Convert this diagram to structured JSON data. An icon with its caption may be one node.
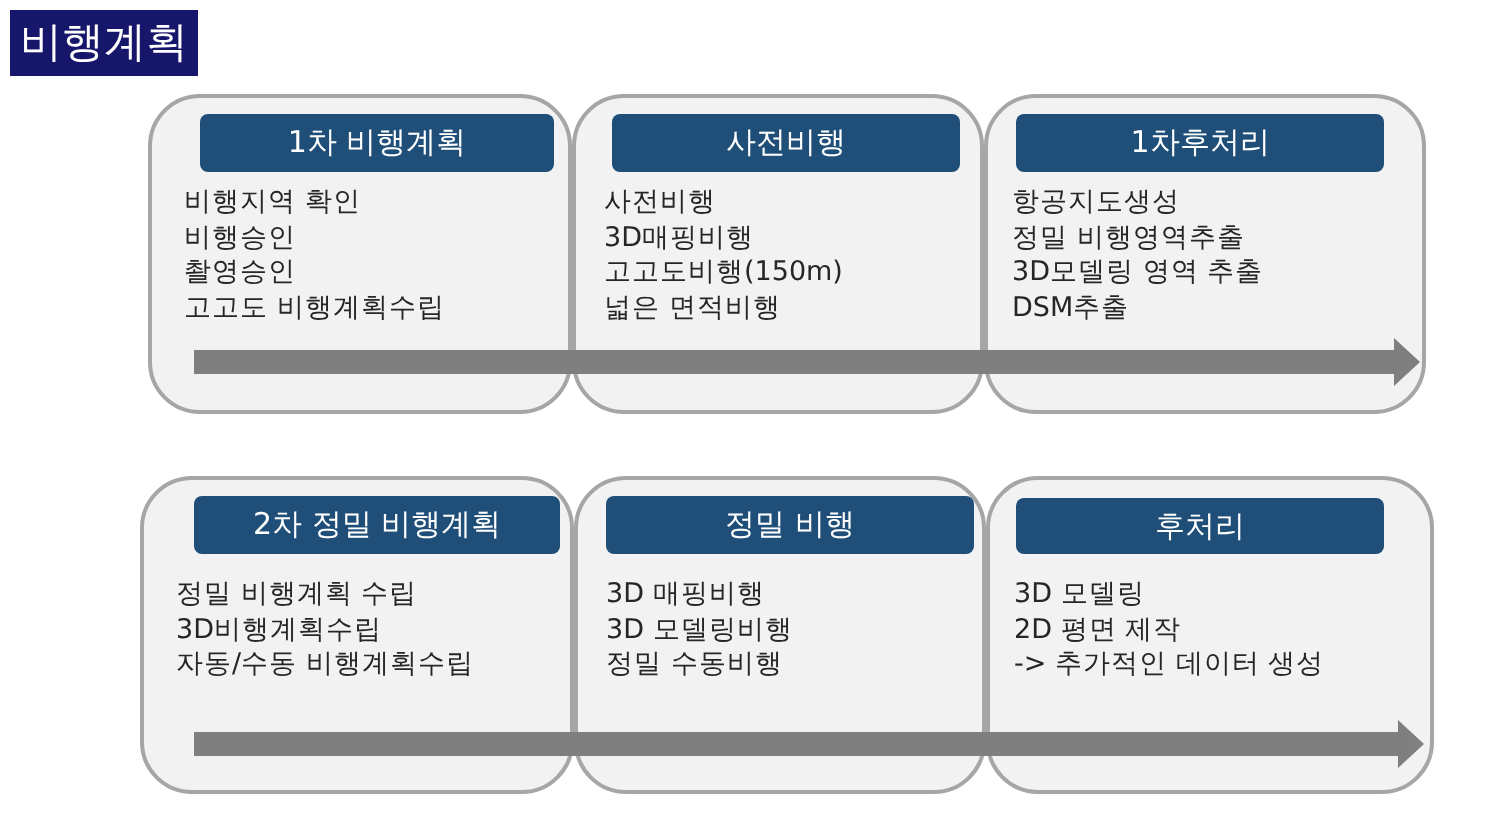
{
  "diagram": {
    "title": "비행계획",
    "nodes": [
      {
        "text": [
          "비행지역 확인",
          "비행승인",
          "촬영승인",
          "고고도 비행계획수립"
        ]
      },
      {
        "text": [
          "1차 비행계획"
        ],
        "in": 0
      },
      {
        "text": [
          "사전비행",
          "3D매핑비행",
          "고고도비행(150m)",
          "넓은 면적비행"
        ]
      },
      {
        "text": [
          "사전비행"
        ],
        "in": 2
      },
      {
        "text": [
          "항공지도생성",
          "정밀 비행영역추출",
          "3D모델링 영역 추출",
          "DSM추출"
        ]
      },
      {
        "text": [
          "1차후처리"
        ],
        "in": 4
      },
      {
        "text": [
          "정밀 비행계획 수립",
          "3D비행계획수립",
          "자동/수동 비행계획수립"
        ]
      },
      {
        "text": [
          "2차 정밀 비행계획"
        ],
        "in": 6
      },
      {
        "text": [
          "3D 매핑비행",
          "3D 모델링비행",
          "정밀 수동비행"
        ]
      },
      {
        "text": [
          "정밀 비행"
        ],
        "in": 8
      },
      {
        "text": [
          "3D 모델링",
          "2D 평면 제작",
          "-> 추가적인 데이터 생성"
        ]
      },
      {
        "text": [
          "후처리"
        ],
        "in": 10
      }
    ]
  }
}
